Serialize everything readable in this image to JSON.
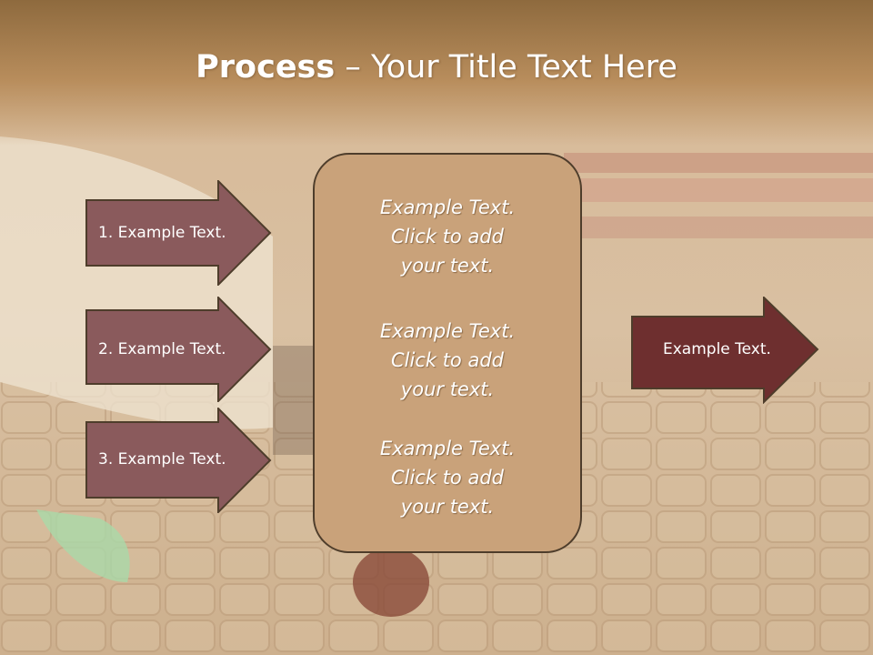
{
  "title": {
    "bold": "Process",
    "rest": " – Your Title Text Here"
  },
  "left_steps": [
    {
      "label": "1. Example Text."
    },
    {
      "label": "2. Example Text."
    },
    {
      "label": "3. Example Text."
    }
  ],
  "center_blocks": [
    {
      "text": "Example Text.\nClick  to add\nyour text."
    },
    {
      "text": "Example Text.\nClick  to add\nyour text."
    },
    {
      "text": "Example Text.\nClick  to add\nyour text."
    }
  ],
  "right_arrow": {
    "label": "Example Text."
  },
  "colors": {
    "left_arrow_fill": "#8a5a5c",
    "right_arrow_fill": "#6e2f2f",
    "center_box_fill": "#c9a27a",
    "border": "#4e3d2b"
  }
}
